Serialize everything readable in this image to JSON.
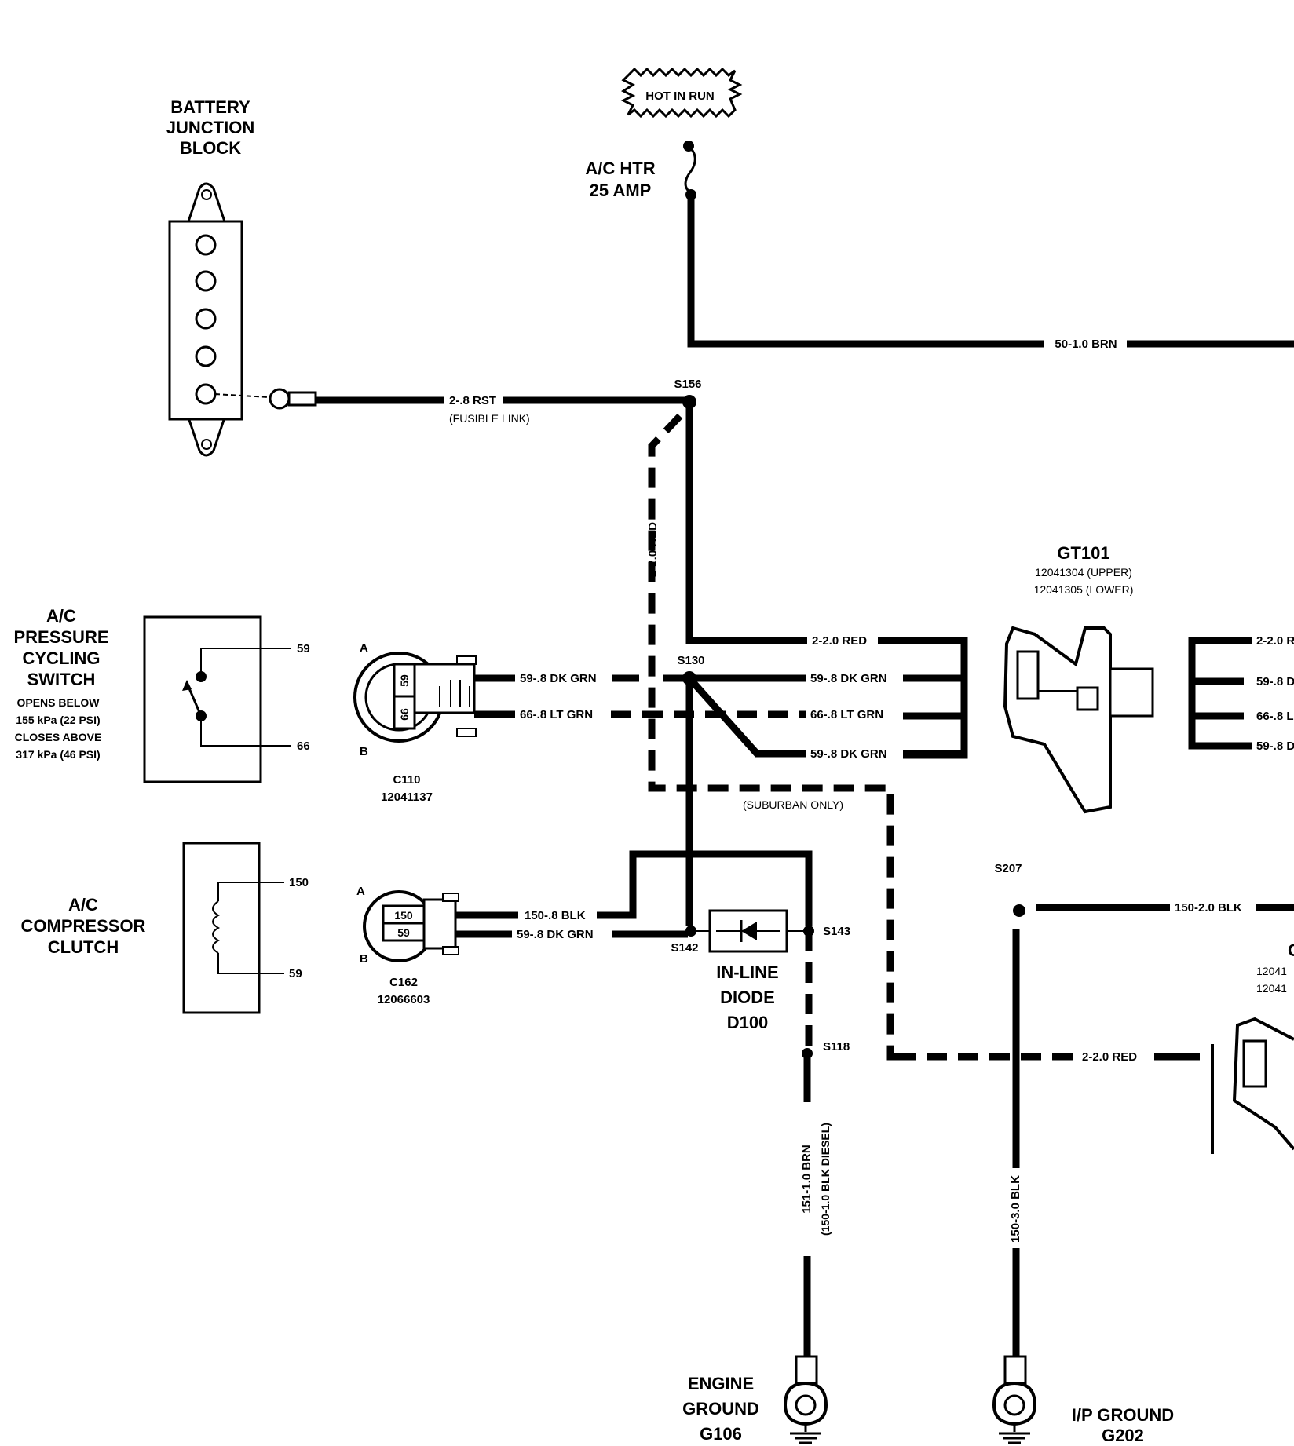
{
  "components": {
    "battery_junction_block": {
      "line1": "BATTERY",
      "line2": "JUNCTION",
      "line3": "BLOCK"
    },
    "hot_in_run": "HOT IN RUN",
    "fuse": {
      "line1": "A/C HTR",
      "line2": "25 AMP"
    },
    "pressure_switch": {
      "line1": "A/C",
      "line2": "PRESSURE",
      "line3": "CYCLING",
      "line4": "SWITCH",
      "note1": "OPENS BELOW",
      "note2": "155 kPa (22 PSI)",
      "note3": "CLOSES ABOVE",
      "note4": "317 kPa (46 PSI)",
      "pin_top": "59",
      "pin_bottom": "66"
    },
    "compressor_clutch": {
      "line1": "A/C",
      "line2": "COMPRESSOR",
      "line3": "CLUTCH",
      "pin_top": "150",
      "pin_bottom": "59"
    },
    "c110": {
      "name": "C110",
      "part": "12041137",
      "pin_a": "A",
      "pin_b": "B",
      "cav1": "59",
      "cav2": "66"
    },
    "c162": {
      "name": "C162",
      "part": "12066603",
      "pin_a": "A",
      "pin_b": "B",
      "cav1": "150",
      "cav2": "59"
    },
    "gt101": {
      "name": "GT101",
      "part_upper": "12041304 (UPPER)",
      "part_lower": "12041305 (LOWER)"
    },
    "diode": {
      "line1": "IN-LINE",
      "line2": "DIODE",
      "line3": "D100"
    },
    "engine_ground": {
      "line1": "ENGINE",
      "line2": "GROUND",
      "line3": "G106"
    },
    "ip_ground": {
      "line1": "I/P GROUND",
      "line2": "G202"
    },
    "right_partial": {
      "title": "G",
      "part1": "12041",
      "part2": "12041"
    }
  },
  "splices": {
    "s156": "S156",
    "s130": "S130",
    "s142": "S142",
    "s143": "S143",
    "s118": "S118",
    "s207": "S207"
  },
  "wires": {
    "brn_50": "50-1.0 BRN",
    "rst_2": "2-.8 RST",
    "fusible_link": "(FUSIBLE LINK)",
    "red_2_vertical": "2-2.0 RED",
    "red_2_gt": "2-2.0 RED",
    "dkgrn_59_left": "59-.8 DK GRN",
    "ltgrn_66_left": "66-.8 LT GRN",
    "dkgrn_59_gt1": "59-.8 DK GRN",
    "ltgrn_66_gt": "66-.8 LT GRN",
    "dkgrn_59_gt2": "59-.8 DK GRN",
    "suburban_only": "(SUBURBAN ONLY)",
    "blk_150_clutch": "150-.8 BLK",
    "dkgrn_59_clutch": "59-.8 DK GRN",
    "blk_150_s207": "150-2.0 BLK",
    "red_2_lower": "2-2.0 RED",
    "brn_151_vertical": "151-1.0 BRN",
    "blk_150_diesel": "(150-1.0 BLK DIESEL)",
    "blk_150_vertical": "150-3.0 BLK",
    "right_red": "2-2.0 R",
    "right_dkgrn1": "59-.8 D",
    "right_ltgrn": "66-.8 L",
    "right_dkgrn2": "59-.8 D"
  }
}
